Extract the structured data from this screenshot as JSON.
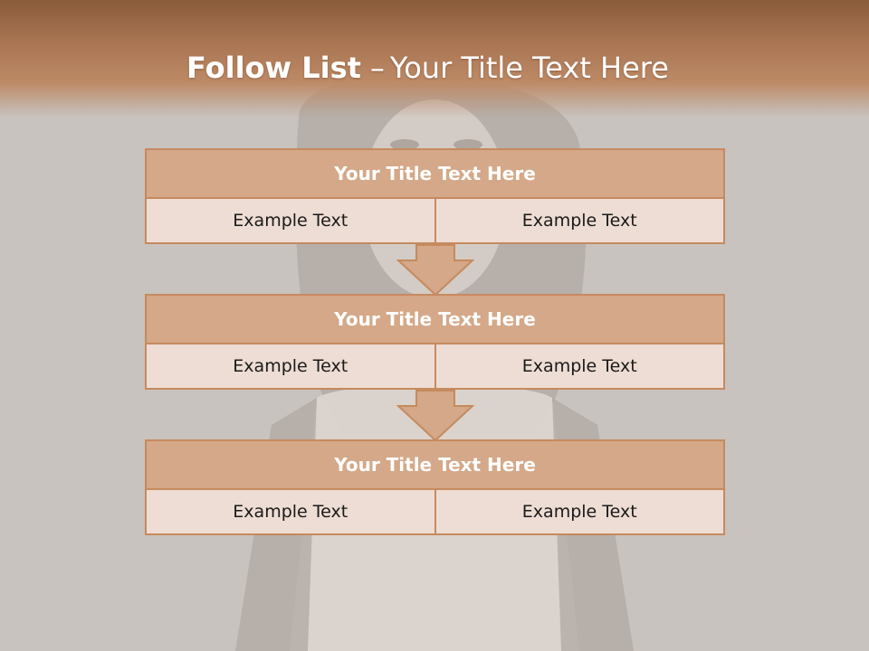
{
  "slide": {
    "title_bold": "Follow List",
    "title_separator": "–",
    "title_rest": "Your Title Text Here"
  },
  "blocks": [
    {
      "title": "Your Title Text Here",
      "left": "Example Text",
      "right": "Example Text"
    },
    {
      "title": "Your Title Text Here",
      "left": "Example Text",
      "right": "Example Text"
    },
    {
      "title": "Your Title Text Here",
      "left": "Example Text",
      "right": "Example Text"
    }
  ],
  "colors": {
    "header": "#a87452",
    "title_row": "#d4a888",
    "cell": "#eeddd4",
    "border": "#c68a5e"
  }
}
